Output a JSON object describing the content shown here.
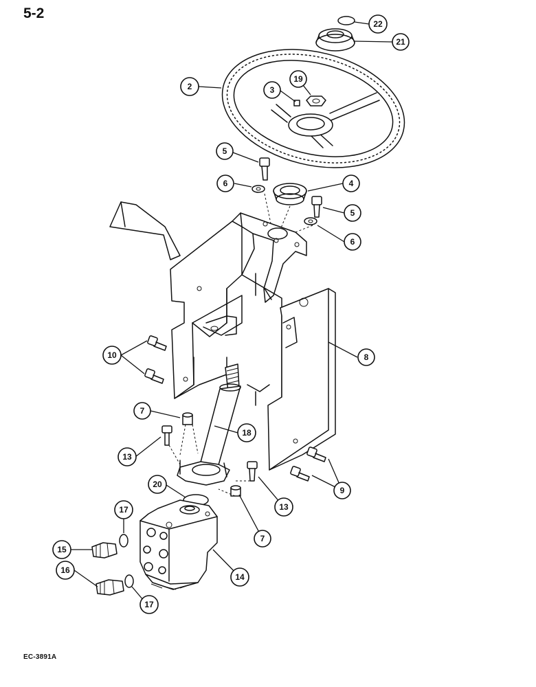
{
  "page": {
    "page_number": "5-2",
    "drawing_code": "EC-3891A"
  },
  "callouts": [
    {
      "id": "2",
      "label": "2"
    },
    {
      "id": "3",
      "label": "3"
    },
    {
      "id": "19",
      "label": "19"
    },
    {
      "id": "22",
      "label": "22"
    },
    {
      "id": "21",
      "label": "21"
    },
    {
      "id": "5a",
      "label": "5"
    },
    {
      "id": "6a",
      "label": "6"
    },
    {
      "id": "4",
      "label": "4"
    },
    {
      "id": "5b",
      "label": "5"
    },
    {
      "id": "6b",
      "label": "6"
    },
    {
      "id": "10",
      "label": "10"
    },
    {
      "id": "8",
      "label": "8"
    },
    {
      "id": "7a",
      "label": "7"
    },
    {
      "id": "18",
      "label": "18"
    },
    {
      "id": "13a",
      "label": "13"
    },
    {
      "id": "9",
      "label": "9"
    },
    {
      "id": "20",
      "label": "20"
    },
    {
      "id": "13b",
      "label": "13"
    },
    {
      "id": "17a",
      "label": "17"
    },
    {
      "id": "7b",
      "label": "7"
    },
    {
      "id": "15",
      "label": "15"
    },
    {
      "id": "14",
      "label": "14"
    },
    {
      "id": "16",
      "label": "16"
    },
    {
      "id": "17b",
      "label": "17"
    }
  ]
}
